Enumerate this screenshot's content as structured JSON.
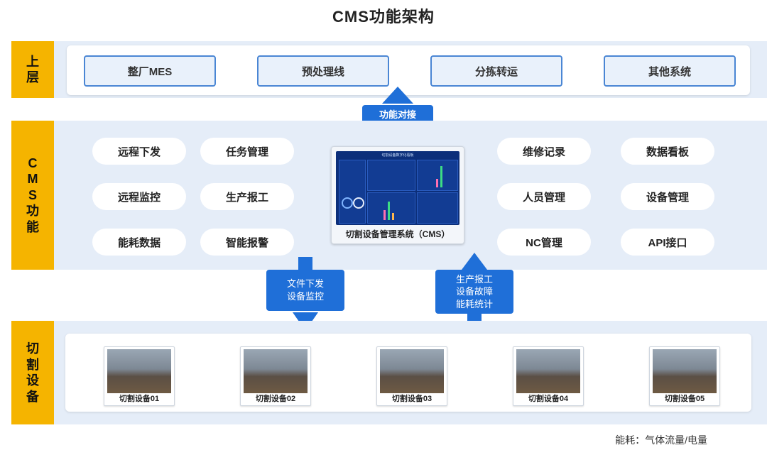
{
  "title": "CMS功能架构",
  "layers": {
    "top": {
      "label": "上\n层",
      "systems": [
        "整厂MES",
        "预处理线",
        "分拣转运",
        "其他系统"
      ]
    },
    "cms": {
      "label": "C\nM\nS\n功\n能",
      "left_functions": [
        "远程下发",
        "任务管理",
        "远程监控",
        "生产报工",
        "能耗数据",
        "智能报警"
      ],
      "right_functions": [
        "维修记录",
        "数据看板",
        "人员管理",
        "设备管理",
        "NC管理",
        "API接口"
      ],
      "center_caption": "切割设备管理系统（CMS）",
      "screen_title": "切割设备数字化看板"
    },
    "equipment": {
      "label": "切\n割\n设\n备",
      "devices": [
        "切割设备01",
        "切割设备02",
        "切割设备03",
        "切割设备04",
        "切割设备05"
      ]
    }
  },
  "flows": {
    "function_link": "功能对接",
    "down_flow": "文件下发\n设备监控",
    "up_flow": "生产报工\n设备故障\n能耗统计"
  },
  "footer_note": "能耗：气体流量/电量",
  "colors": {
    "accent_yellow": "#f5b400",
    "flow_blue": "#1f6fd8",
    "band_bg": "#e5edf8",
    "box_border": "#4a86d4"
  }
}
